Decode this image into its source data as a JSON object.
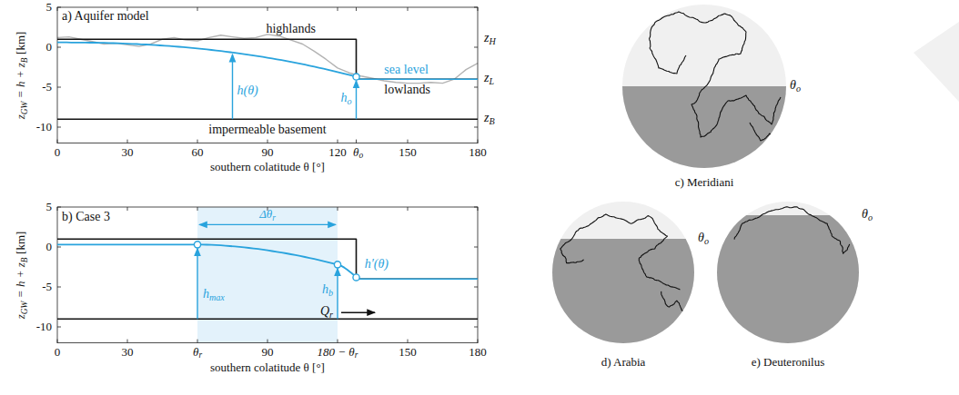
{
  "diagram": {
    "labels": [
      "a) Aquifer model",
      "highlands",
      "sea level",
      "lowlands",
      "impermeable basement",
      "h(θ)",
      "h",
      "o",
      "z",
      "H",
      "z",
      "L",
      "z",
      "B",
      "5",
      "0",
      "-5",
      "-10",
      "z",
      "GW",
      "= h + z",
      "B",
      "[km]",
      "0",
      "30",
      "60",
      "90",
      "120",
      "θ",
      "o",
      "150",
      "180",
      "southern colatitude θ [°]",
      "b) Case 3",
      "Δθ",
      "r",
      "h",
      "max",
      "h",
      "b",
      "h′(θ)",
      "Q",
      "r",
      "5",
      "0",
      "-5",
      "-10",
      "z",
      "GW",
      "= h + z",
      "B",
      "[km]",
      "0",
      "30",
      "θ",
      "r",
      "90",
      "180 − θ",
      "r",
      "150",
      "180",
      "southern colatitude θ [°]",
      "c) Meridiani",
      "θ",
      "o",
      "d) Arabia",
      "θ",
      "o",
      "e) Deuteronilus",
      "θ",
      "o"
    ]
  }
}
